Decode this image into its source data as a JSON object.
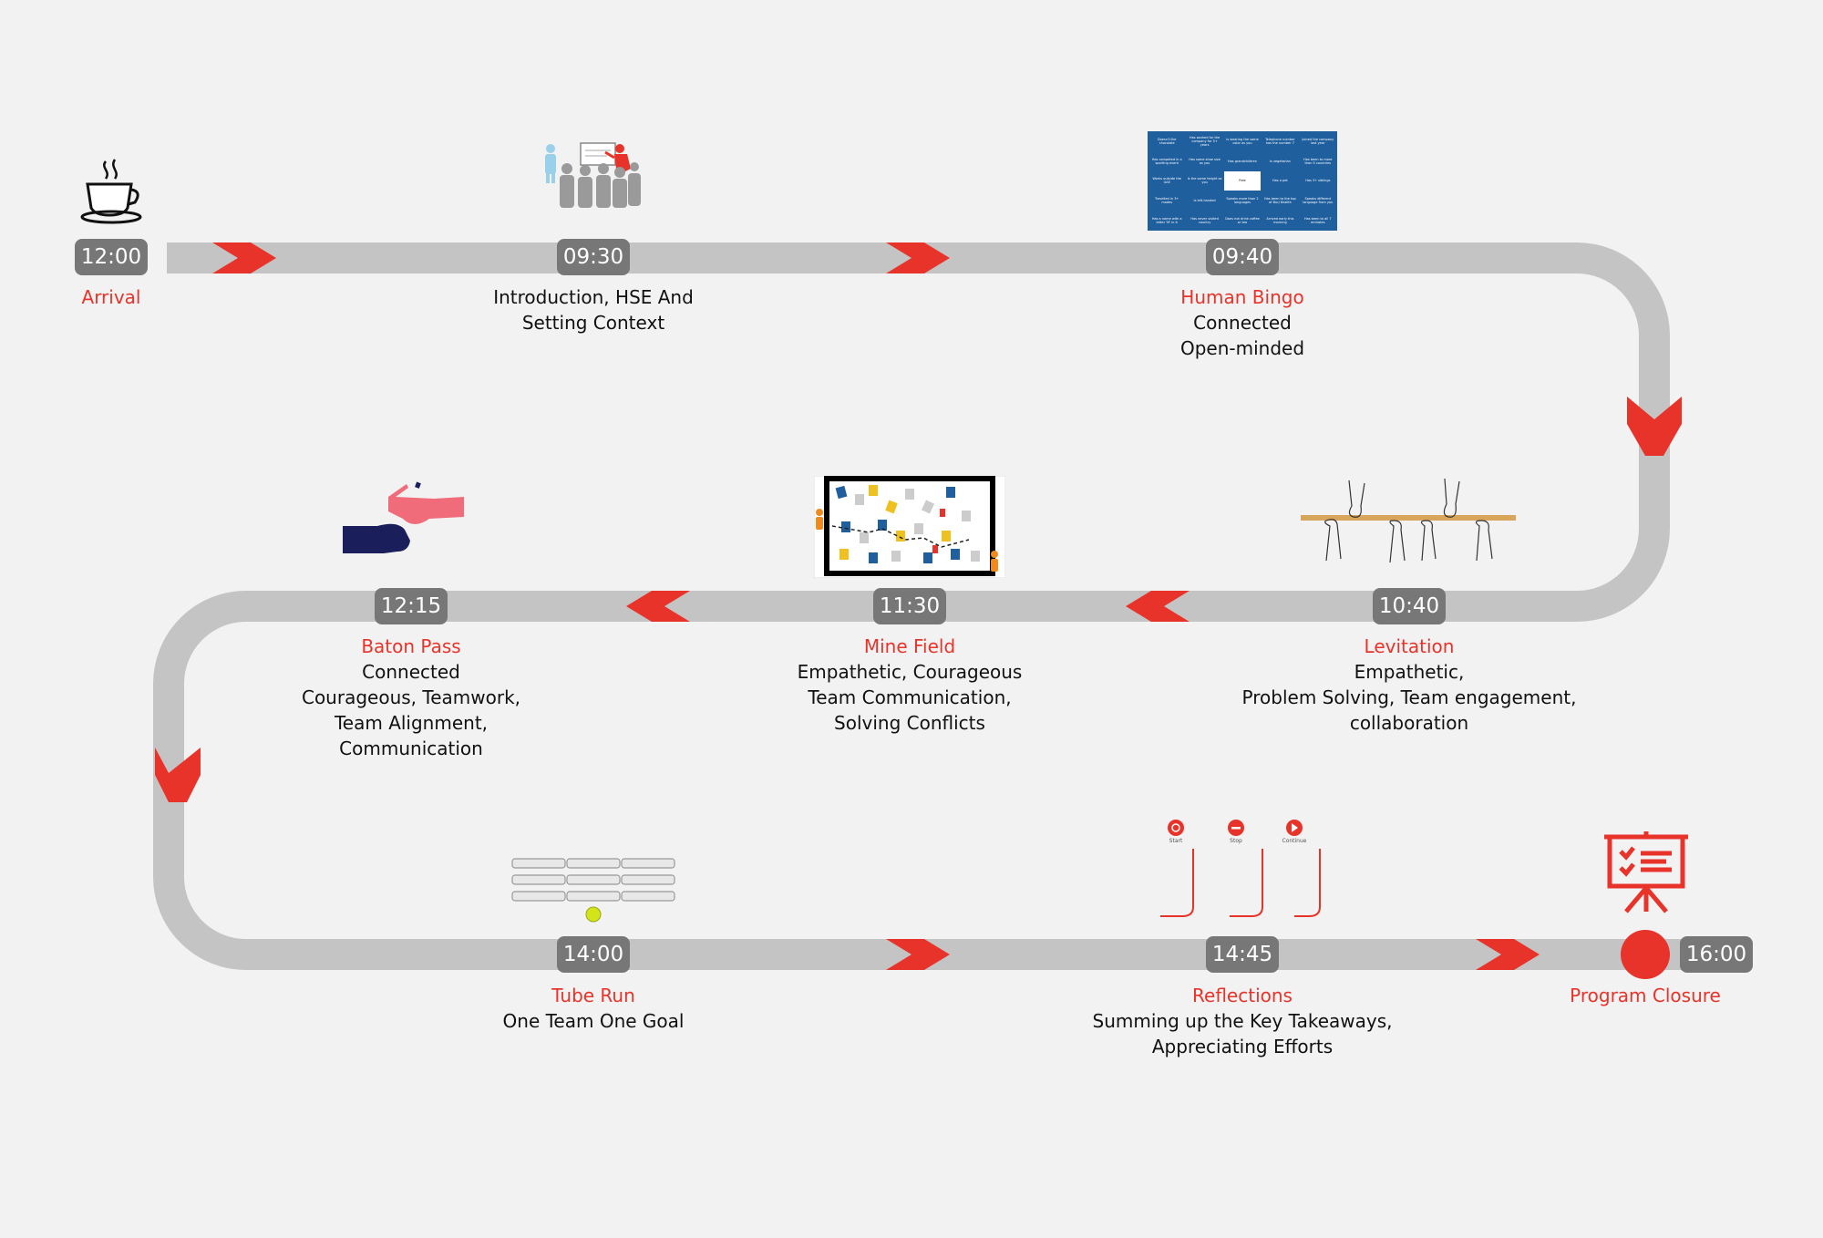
{
  "colors": {
    "track": "#c4c4c4",
    "accent": "#e8332a",
    "badge": "#777777",
    "text": "#111111"
  },
  "stops": [
    {
      "id": "arrival",
      "time": "12:00",
      "title": "Arrival",
      "lines": [],
      "icon": "coffee-cup-icon"
    },
    {
      "id": "introduction",
      "time": "09:30",
      "title": "",
      "lines": [
        "Introduction, HSE And",
        "Setting Context"
      ],
      "icon": "presentation-people-icon"
    },
    {
      "id": "human-bingo",
      "time": "09:40",
      "title": "Human Bingo",
      "lines": [
        "Connected",
        "Open-minded"
      ],
      "icon": "bingo-grid-icon"
    },
    {
      "id": "levitation",
      "time": "10:40",
      "title": "Levitation",
      "lines": [
        "Empathetic,",
        "Problem Solving, Team engagement,",
        "collaboration"
      ],
      "icon": "levitation-stick-icon"
    },
    {
      "id": "mine-field",
      "time": "11:30",
      "title": "Mine Field",
      "lines": [
        "Empathetic, Courageous",
        "Team Communication,",
        "Solving Conflicts"
      ],
      "icon": "mine-field-board-icon"
    },
    {
      "id": "baton-pass",
      "time": "12:15",
      "title": "Baton Pass",
      "lines": [
        "Connected",
        "Courageous, Teamwork,",
        "Team Alignment,",
        "Communication"
      ],
      "icon": "baton-hands-icon"
    },
    {
      "id": "tube-run",
      "time": "14:00",
      "title": "Tube Run",
      "lines": [
        "One Team One Goal"
      ],
      "icon": "tube-ball-icon"
    },
    {
      "id": "reflections",
      "time": "14:45",
      "title": "Reflections",
      "lines": [
        "Summing up the Key Takeaways,",
        "Appreciating Efforts"
      ],
      "icon": "reflection-hooks-icon"
    },
    {
      "id": "program-closure",
      "time": "16:00",
      "title": "Program Closure",
      "lines": [],
      "icon": "presentation-board-icon"
    }
  ],
  "bingo_cells": [
    "Doesn't like chocolate",
    "Has worked for the company for 5+ years",
    "Is wearing the same color as you",
    "Telephone number has the number 7",
    "Joined the company last year",
    "Has competed in a sporting event",
    "Has same shoe size as you",
    "Has grandchildren",
    "Is vegetarian",
    "Has been to more than 5 countries",
    "Works outside the UAE",
    "Is the same height as you",
    "Free",
    "Has a pet",
    "Has 3+ siblings",
    "Travelled in 3+ modes",
    "Is left-handed",
    "Speaks more than 2 languages",
    "Has been to the top of Burj Khalifa",
    "Speaks different language from you",
    "Has a name with a letter 'M' in it",
    "Has never visited country",
    "Does not drink coffee or tea",
    "Arrived early this morning",
    "Has been to all 7 emirates"
  ],
  "reflection_buttons": [
    "Start",
    "Stop",
    "Continue"
  ]
}
